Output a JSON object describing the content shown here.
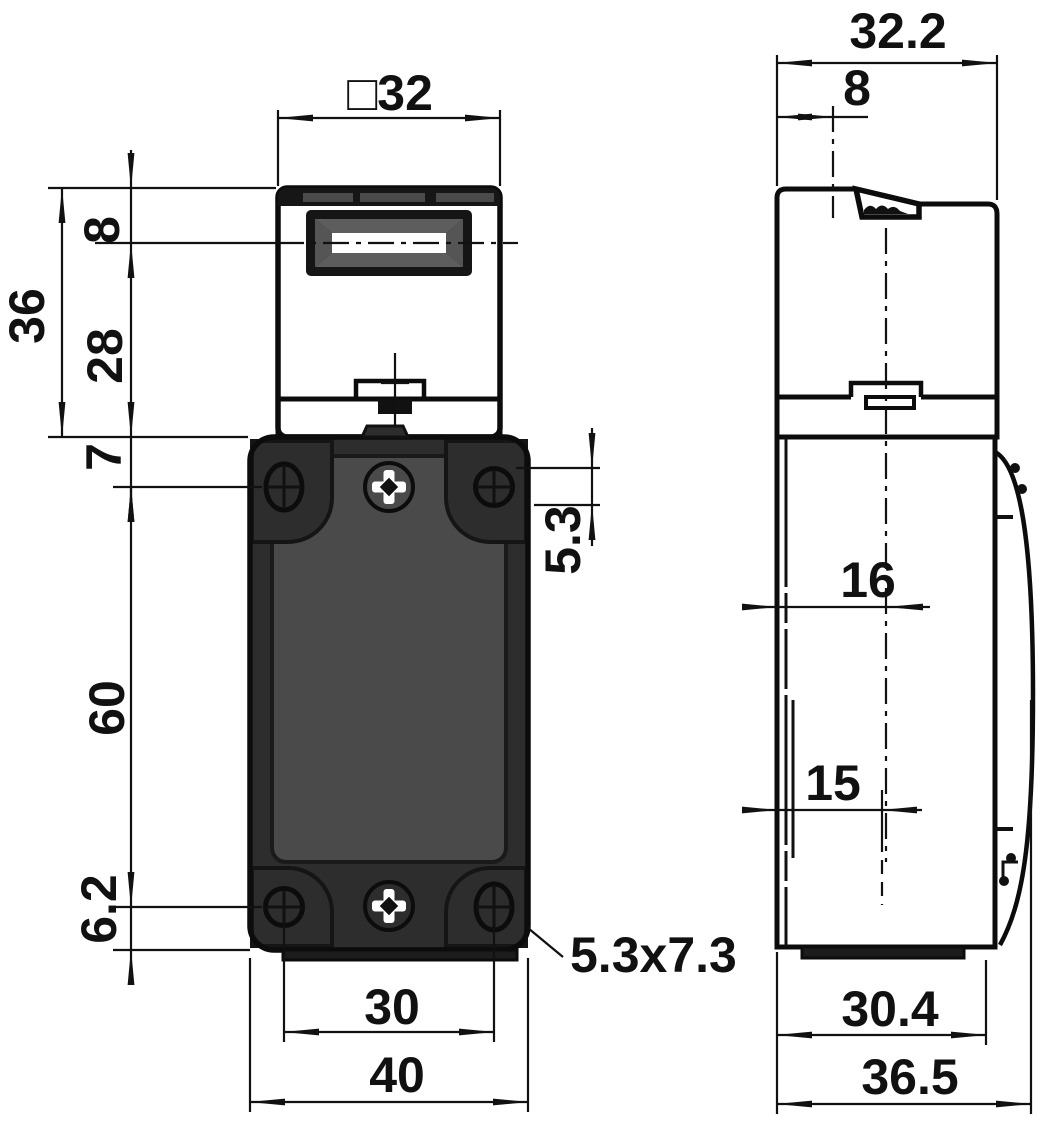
{
  "drawing": {
    "title": "safety-switch-dimension-drawing",
    "colors": {
      "background": "#ffffff",
      "line": "#111111",
      "head_fill": "#4a4a4a",
      "body_frame": "#2d2d2d",
      "panel_fill": "#4a4a4a",
      "flange_fill": "#373737",
      "bevel_fill": "#5d5d5d",
      "slot_white": "#ffffff"
    },
    "front": {
      "dims": {
        "head_width": "□32",
        "top_to_slot": "8",
        "head_height": "36",
        "slot_to_bottom": "28",
        "body_top_to_holes": "7",
        "hole_row_spacing": "60",
        "holes_to_bottom": "6.2",
        "hole_diameter": "5.3",
        "hole_spacing": "30",
        "body_width": "40",
        "slot_note": "5.3x7.3"
      }
    },
    "side": {
      "dims": {
        "head_depth": "32.2",
        "face_to_slot": "8",
        "face_to_center": "16",
        "face_to_holes": "15",
        "body_depth_flat": "30.4",
        "overall_depth": "36.5"
      }
    }
  }
}
